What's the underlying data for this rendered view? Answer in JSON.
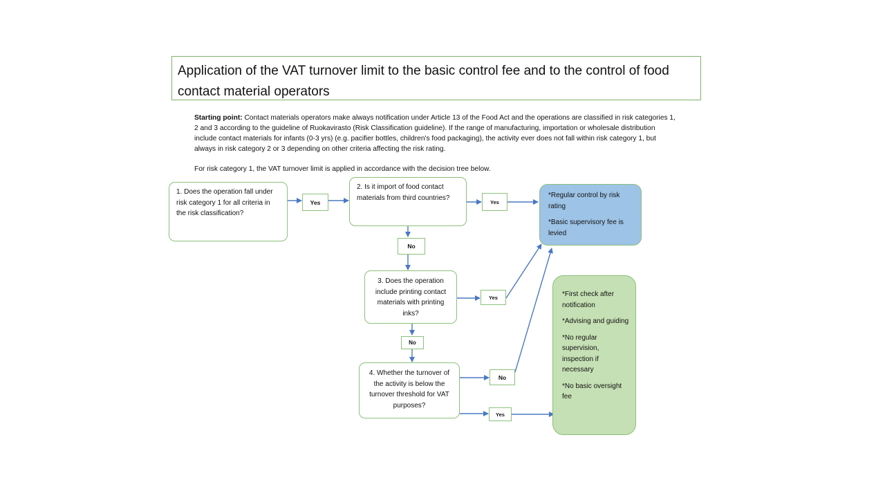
{
  "title": "Application of the VAT turnover limit to the basic control fee and to the control of food contact material operators",
  "intro": {
    "lead": "Starting point:",
    "text": " Contact materials operators make always notification under Article 13 of the Food Act and the operations are classified in risk categories 1, 2 and 3 according to the guideline of Ruokavirasto (Risk Classification guideline). If the range of manufacturing, importation or wholesale distribution include contact materials for infants (0-3 yrs) (e.g. pacifier bottles, children's food packaging), the activity ever does not fall within risk category 1, but always in risk category 2 or 3 depending on other criteria affecting the risk rating.",
    "category_note": "For risk category 1, the VAT turnover limit is applied in accordance with the decision tree below."
  },
  "questions": {
    "q1": "1. Does the operation fall under risk category 1 for all criteria in the risk classification?",
    "q2": "2. Is it import of food contact materials from third countries?",
    "q3": "3. Does the operation include printing contact materials with printing inks?",
    "q4": "4. Whether the turnover of the activity is below the turnover threshold for VAT purposes?"
  },
  "labels": {
    "q1_yes": "Yes",
    "q2_yes": "Yes",
    "q2_no": "No",
    "q3_yes": "Yes",
    "q3_no": "No",
    "q4_no": "No",
    "q4_yes": "Yes"
  },
  "outcomes": {
    "regular": [
      "*Regular control by risk rating",
      "*Basic supervisory fee is levied"
    ],
    "light": [
      "*First check after notification",
      "*Advising and guiding",
      "*No regular supervision, inspection if necessary",
      "*No basic oversight fee"
    ]
  },
  "colors": {
    "box_border": "#8cc07a",
    "arrow": "#4a78c4",
    "regular_fill": "#9dc3e6",
    "light_fill": "#c5e0b4"
  }
}
